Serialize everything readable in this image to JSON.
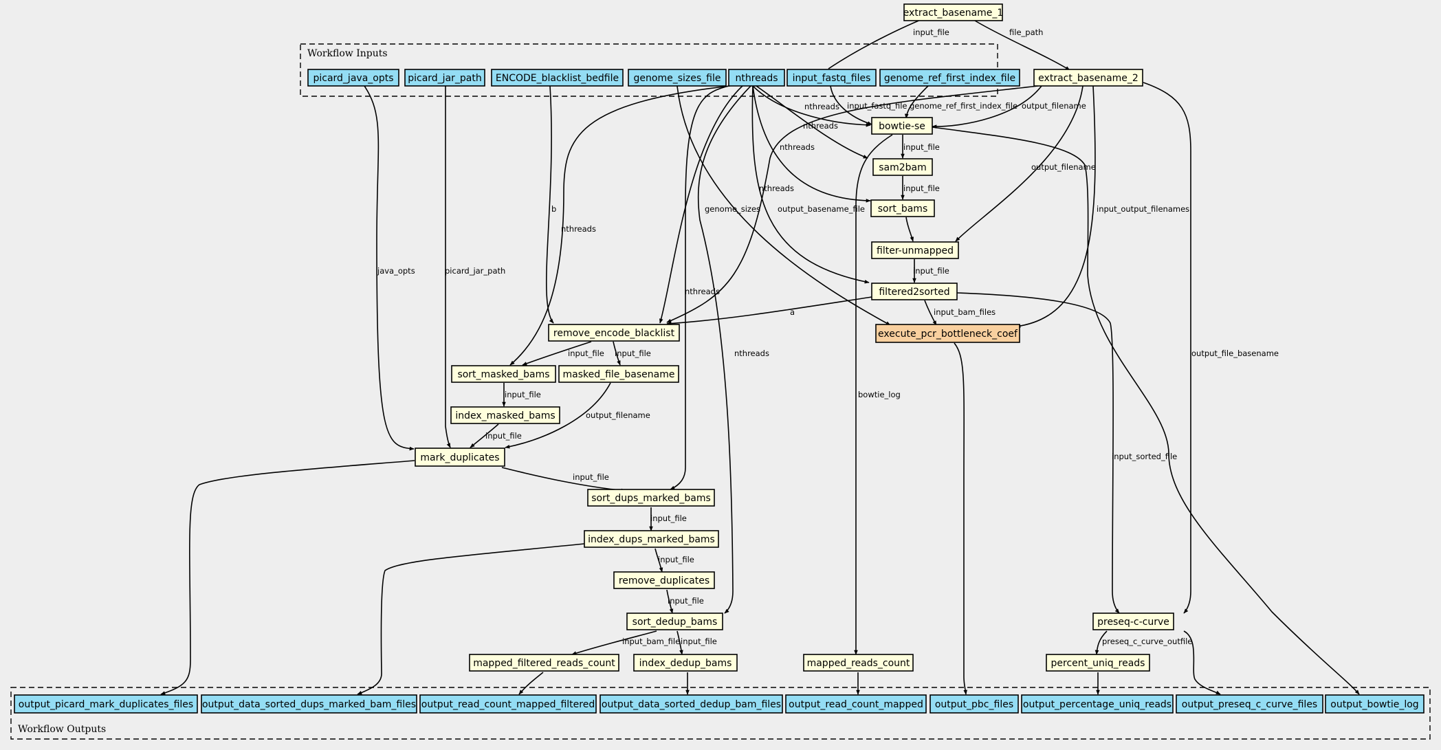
{
  "colors": {
    "background": "#eeeeee",
    "input_fill": "#94ddf4",
    "step_fill": "#ffffdd",
    "highlight_fill": "#f9d09f",
    "stroke": "#000000"
  },
  "clusters": {
    "inputs": "Workflow Inputs",
    "outputs": "Workflow Outputs"
  },
  "nodes": {
    "picard_java_opts": "picard_java_opts",
    "picard_jar_path": "picard_jar_path",
    "encode_blacklist_bedfile": "ENCODE_blacklist_bedfile",
    "genome_sizes_file": "genome_sizes_file",
    "nthreads": "nthreads",
    "input_fastq_files": "input_fastq_files",
    "genome_ref_first_index_file": "genome_ref_first_index_file",
    "extract_basename_1": "extract_basename_1",
    "extract_basename_2": "extract_basename_2",
    "bowtie_se": "bowtie-se",
    "sam2bam": "sam2bam",
    "sort_bams": "sort_bams",
    "filter_unmapped": "filter-unmapped",
    "filtered2sorted": "filtered2sorted",
    "execute_pcr_bottleneck_coef": "execute_pcr_bottleneck_coef",
    "remove_encode_blacklist": "remove_encode_blacklist",
    "sort_masked_bams": "sort_masked_bams",
    "masked_file_basename": "masked_file_basename",
    "index_masked_bams": "index_masked_bams",
    "mark_duplicates": "mark_duplicates",
    "sort_dups_marked_bams": "sort_dups_marked_bams",
    "index_dups_marked_bams": "index_dups_marked_bams",
    "remove_duplicates": "remove_duplicates",
    "sort_dedup_bams": "sort_dedup_bams",
    "mapped_filtered_reads_count": "mapped_filtered_reads_count",
    "index_dedup_bams": "index_dedup_bams",
    "mapped_reads_count": "mapped_reads_count",
    "preseq_c_curve": "preseq-c-curve",
    "percent_uniq_reads": "percent_uniq_reads",
    "output_picard_mark_duplicates_files": "output_picard_mark_duplicates_files",
    "output_data_sorted_dups_marked_bam_files": "output_data_sorted_dups_marked_bam_files",
    "output_read_count_mapped_filtered": "output_read_count_mapped_filtered",
    "output_data_sorted_dedup_bam_files": "output_data_sorted_dedup_bam_files",
    "output_read_count_mapped": "output_read_count_mapped",
    "output_pbc_files": "output_pbc_files",
    "output_percentage_uniq_reads": "output_percentage_uniq_reads",
    "output_preseq_c_curve_files": "output_preseq_c_curve_files",
    "output_bowtie_log": "output_bowtie_log"
  },
  "edge_labels": {
    "input_file": "input_file",
    "file_path": "file_path",
    "nthreads": "nthreads",
    "input_fastq_file": "input_fastq_file",
    "genome_ref_first_index_file": "genome_ref_first_index_file",
    "output_filename": "output_filename",
    "genome_sizes": "genome_sizes",
    "output_basename_file": "output_basename_file",
    "b": "b",
    "input_output_filenames": "input_output_filenames",
    "java_opts": "java_opts",
    "picard_jar_path": "picard_jar_path",
    "a": "a",
    "input_bam_files": "input_bam_files",
    "output_file_basename": "output_file_basename",
    "bowtie_log": "bowtie_log",
    "input_sorted_file": "input_sorted_file",
    "input_bam_file": "input_bam_file",
    "preseq_c_curve_outfile": "preseq_c_curve_outfile"
  }
}
